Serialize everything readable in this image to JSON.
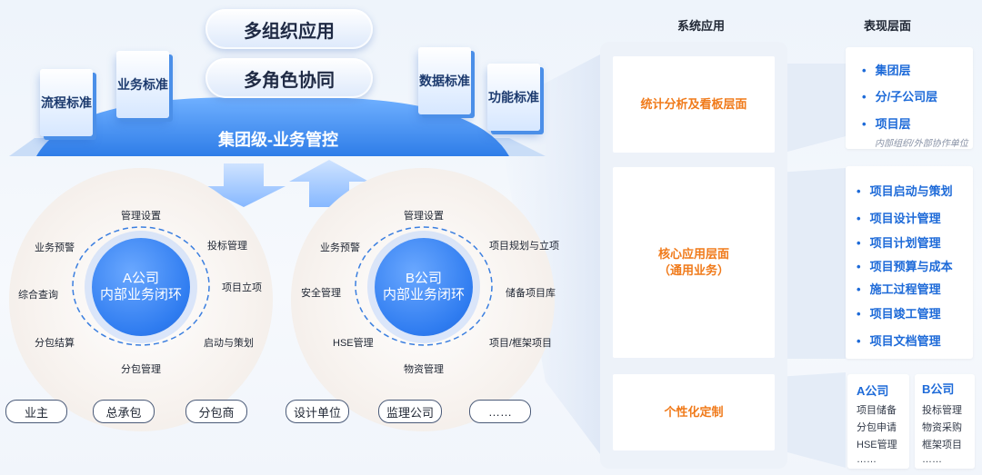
{
  "top": {
    "pill1": "多组织应用",
    "pill2": "多角色协同",
    "cards": [
      "流程标准",
      "业务标准",
      "数据标准",
      "功能标准"
    ],
    "dome": "集团级-业务管控"
  },
  "circleA": {
    "center_line1": "A公司",
    "center_line2": "内部业务闭环",
    "labels": [
      "管理设置",
      "投标管理",
      "项目立项",
      "启动与策划",
      "分包管理",
      "分包结算",
      "综合查询",
      "业务预警"
    ]
  },
  "circleB": {
    "center_line1": "B公司",
    "center_line2": "内部业务闭环",
    "labels": [
      "管理设置",
      "项目规划与立项",
      "储备项目库",
      "项目/框架项目",
      "物资管理",
      "HSE管理",
      "安全管理",
      "业务预警"
    ]
  },
  "roles": [
    "业主",
    "总承包",
    "分包商",
    "设计单位",
    "监理公司",
    "……"
  ],
  "right": {
    "col1_header": "系统应用",
    "col2_header": "表现层面",
    "layer1": "统计分析及看板层面",
    "layer2_line1": "核心应用层面",
    "layer2_line2": "（通用业务）",
    "layer3": "个性化定制",
    "levels": [
      "集团层",
      "分/子公司层",
      "项目层"
    ],
    "levels_note": "内部组织/外部协作单位",
    "core_items": [
      "项目启动与策划",
      "项目设计管理",
      "项目计划管理",
      "项目预算与成本",
      "施工过程管理",
      "项目竣工管理",
      "项目文档管理"
    ],
    "companyA": {
      "title": "A公司",
      "items": [
        "项目储备",
        "分包申请",
        "HSE管理",
        "……"
      ]
    },
    "companyB": {
      "title": "B公司",
      "items": [
        "投标管理",
        "物资采购",
        "框架项目",
        "……"
      ]
    }
  },
  "colors": {
    "primary_blue": "#2f7cf0",
    "accent_orange": "#f07a1a",
    "label_blue": "#1d6ad8"
  }
}
